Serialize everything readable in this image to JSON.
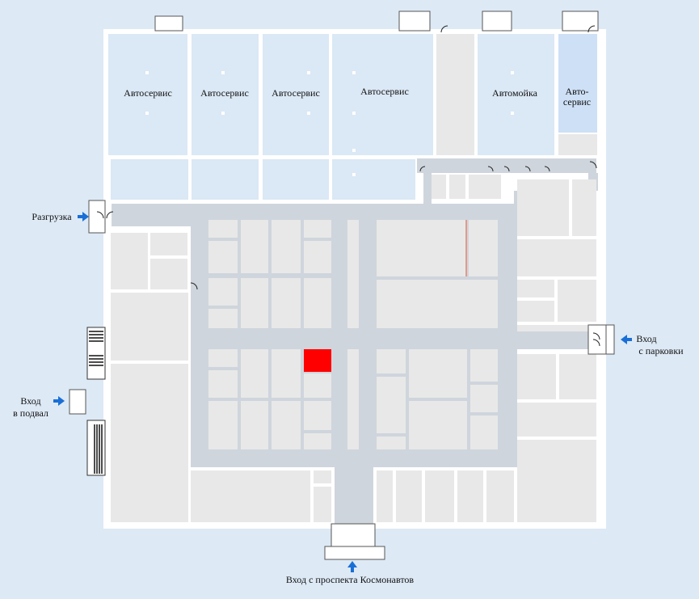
{
  "map": {
    "rooms": {
      "autoservice_1": "Автосервис",
      "autoservice_2": "Автосервис",
      "autoservice_3": "Автосервис",
      "autoservice_4": "Автосервис",
      "carwash": "Автомойка",
      "autoservice_5_line1": "Авто-",
      "autoservice_5_line2": "сервис"
    },
    "entrances": {
      "unloading": "Разгрузка",
      "basement_line1": "Вход",
      "basement_line2": "в подвал",
      "parking_line1": "Вход",
      "parking_line2": "с парковки",
      "main": "Вход с проспекта Космонавтов"
    },
    "highlight": {
      "label": "selected-room",
      "color": "#ff0000"
    },
    "colors": {
      "background": "#dde9f5",
      "corridor": "#cfd5dd",
      "room": "#e8e8e8",
      "tenant": "#dbe8f5",
      "arrow": "#1a6fd6"
    }
  }
}
